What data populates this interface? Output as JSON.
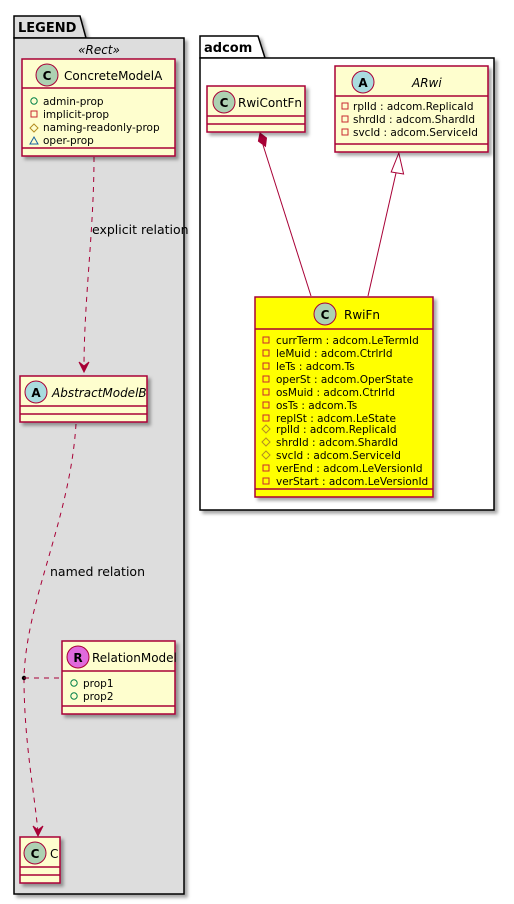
{
  "packages": {
    "legend": {
      "title": "LEGEND",
      "stereotype": "«Rect»"
    },
    "adcom": {
      "title": "adcom"
    }
  },
  "classes": {
    "concrete_model_a": {
      "name": "ConcreteModelA",
      "kind": "C",
      "attrs": [
        {
          "vis": "+",
          "text": "admin-prop"
        },
        {
          "vis": "-",
          "text": "implicit-prop"
        },
        {
          "vis": "#",
          "text": "naming-readonly-prop"
        },
        {
          "vis": "~",
          "text": "oper-prop"
        }
      ]
    },
    "abstract_model_b": {
      "name": "AbstractModelB",
      "kind": "A"
    },
    "relation_model": {
      "name": "RelationModel",
      "kind": "R",
      "attrs": [
        {
          "vis": "+",
          "text": "prop1"
        },
        {
          "vis": "+",
          "text": "prop2"
        }
      ]
    },
    "c": {
      "name": "C",
      "kind": "C"
    },
    "rwi_cont_fn": {
      "name": "RwiContFn",
      "kind": "C"
    },
    "a_rwi": {
      "name": "ARwi",
      "kind": "A",
      "attrs": [
        {
          "vis": "-",
          "text": "rplId : adcom.ReplicaId"
        },
        {
          "vis": "-",
          "text": "shrdId : adcom.ShardId"
        },
        {
          "vis": "-",
          "text": "svcId : adcom.ServiceId"
        }
      ]
    },
    "rwi_fn": {
      "name": "RwiFn",
      "kind": "C",
      "attrs": [
        {
          "vis": "-",
          "text": "currTerm : adcom.LeTermId"
        },
        {
          "vis": "-",
          "text": "leMuid : adcom.CtrlrId"
        },
        {
          "vis": "-",
          "text": "leTs : adcom.Ts"
        },
        {
          "vis": "-",
          "text": "operSt : adcom.OperState"
        },
        {
          "vis": "-",
          "text": "osMuid : adcom.CtrlrId"
        },
        {
          "vis": "-",
          "text": "osTs : adcom.Ts"
        },
        {
          "vis": "-",
          "text": "replSt : adcom.LeState"
        },
        {
          "vis": "#",
          "text": "rplId : adcom.ReplicaId"
        },
        {
          "vis": "#",
          "text": "shrdId : adcom.ShardId"
        },
        {
          "vis": "#",
          "text": "svcId : adcom.ServiceId"
        },
        {
          "vis": "-",
          "text": "verEnd : adcom.LeVersionId"
        },
        {
          "vis": "-",
          "text": "verStart : adcom.LeVersionId"
        }
      ]
    }
  },
  "relations": {
    "explicit": {
      "label": "explicit relation"
    },
    "named": {
      "label": "named relation"
    }
  },
  "colors": {
    "border": "#A80036",
    "class_fill": "#FEFECE",
    "highlight_fill": "#FFFF00",
    "legend_fill": "#DDDDDD",
    "c_badge": "#ADD1B2",
    "a_badge": "#A9DCDF",
    "r_badge": "#E06ADC",
    "public_vis": "#038048",
    "private_vis": "#C82930",
    "protected_vis": "#B38D22",
    "package_vis": "#1963A0"
  }
}
